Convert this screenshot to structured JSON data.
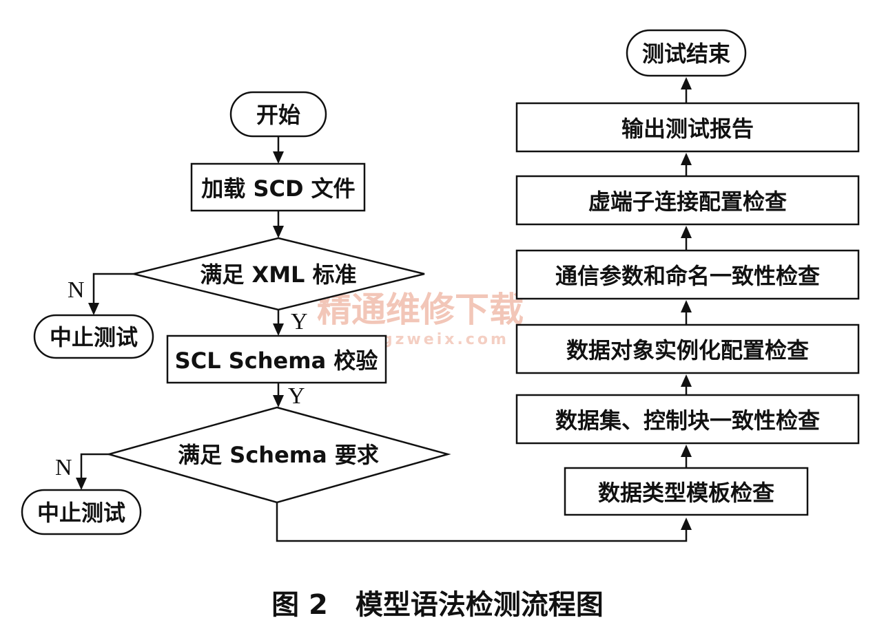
{
  "left_flow": {
    "start": "开始",
    "load_scd": "加载 SCD 文件",
    "decision_xml": "满足 XML 标准",
    "abort_1": "中止测试",
    "scl_schema_check": "SCL Schema 校验",
    "decision_schema": "满足 Schema 要求",
    "abort_2": "中止测试",
    "label_n_1": "N",
    "label_y_1": "Y",
    "label_y_2": "Y",
    "label_n_2": "N"
  },
  "right_flow": {
    "end": "测试结束",
    "steps": [
      "输出测试报告",
      "虚端子连接配置检查",
      "通信参数和命名一致性检查",
      "数据对象实例化配置检查",
      "数据集、控制块一致性检查",
      "数据类型模板检查"
    ]
  },
  "watermark": {
    "main": "精通维修下载",
    "url": "www.gzweix.com"
  },
  "caption": "图 2　模型语法检测流程图"
}
